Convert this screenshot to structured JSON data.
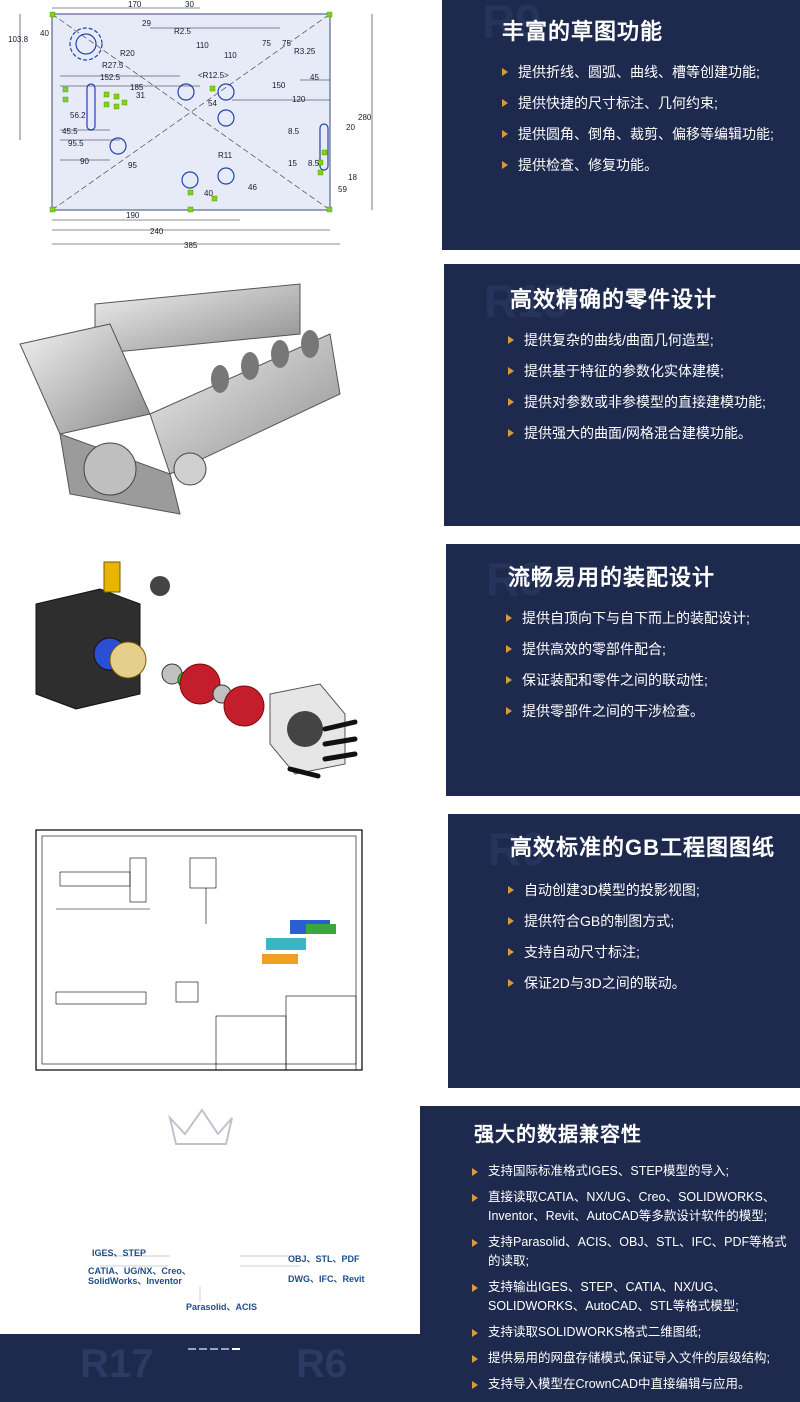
{
  "sections": [
    {
      "title": "丰富的草图功能",
      "items": [
        "提供折线、圆弧、曲线、槽等创建功能;",
        "提供快捷的尺寸标注、几何约束;",
        "提供圆角、倒角、裁剪、偏移等编辑功能;",
        "提供检查、修复功能。"
      ]
    },
    {
      "title": "高效精确的零件设计",
      "items": [
        "提供复杂的曲线/曲面几何造型;",
        "提供基于特征的参数化实体建模;",
        "提供对参数或非参模型的直接建模功能;",
        "提供强大的曲面/网格混合建模功能。"
      ]
    },
    {
      "title": "流畅易用的装配设计",
      "items": [
        "提供自顶向下与自下而上的装配设计;",
        "提供高效的零部件配合;",
        "保证装配和零件之间的联动性;",
        "提供零部件之间的干涉检查。"
      ]
    },
    {
      "title": "高效标准的GB工程图图纸",
      "items": [
        "自动创建3D模型的投影视图;",
        "提供符合GB的制图方式;",
        "支持自动尺寸标注;",
        "保证2D与3D之间的联动。"
      ]
    },
    {
      "title": "强大的数据兼容性",
      "items": [
        "支持国际标准格式IGES、STEP模型的导入;",
        "直接读取CATIA、NX/UG、Creo、SOLIDWORKS、Inventor、Revit、AutoCAD等多款设计软件的模型;",
        "支持Parasolid、ACIS、OBJ、STL、IFC、PDF等格式的读取;",
        "支持输出IGES、STEP、CATIA、NX/UG、SOLIDWORKS、AutoCAD、STL等格式模型;",
        "支持读取SOLIDWORKS格式二维图纸;",
        "提供易用的网盘存储模式,保证导入文件的层级结构;",
        "支持导入模型在CrownCAD中直接编辑与应用。"
      ]
    }
  ],
  "sketch_dims": {
    "top": [
      "170",
      "30",
      "29",
      "R2.5",
      "110",
      "110",
      "75",
      "75",
      "R3.25"
    ],
    "left": [
      "103.8",
      "40",
      "R20",
      "R27.5",
      "152.5",
      "185",
      "56.2",
      "31",
      "45.5",
      "95.5",
      "90",
      "95"
    ],
    "middle": [
      "<R12.5>",
      "54",
      "150",
      "45",
      "120",
      "R11",
      "46",
      "40"
    ],
    "right": [
      "280",
      "20",
      "8.5",
      "15",
      "8.5",
      "18",
      "59"
    ],
    "bottom": [
      "190",
      "240",
      "385"
    ]
  },
  "logo_formats": {
    "left_top": "IGES、STEP",
    "left_mid_1": "CATIA、UG/NX、Creo、",
    "left_mid_2": "SolidWorks、Inventor",
    "bottom": "Parasolid、ACIS",
    "right_top": "OBJ、STL、PDF",
    "right_mid": "DWG、IFC、Revit"
  },
  "watermarks": [
    "R17",
    "R6",
    "R9",
    "R15"
  ],
  "colors": {
    "panel": "#1e2a4d",
    "bullet": "#d99a3a",
    "sketch_bg": "#e6ebf7",
    "dim_line": "#1a1a2e",
    "gear_red": "#c41d2b"
  }
}
